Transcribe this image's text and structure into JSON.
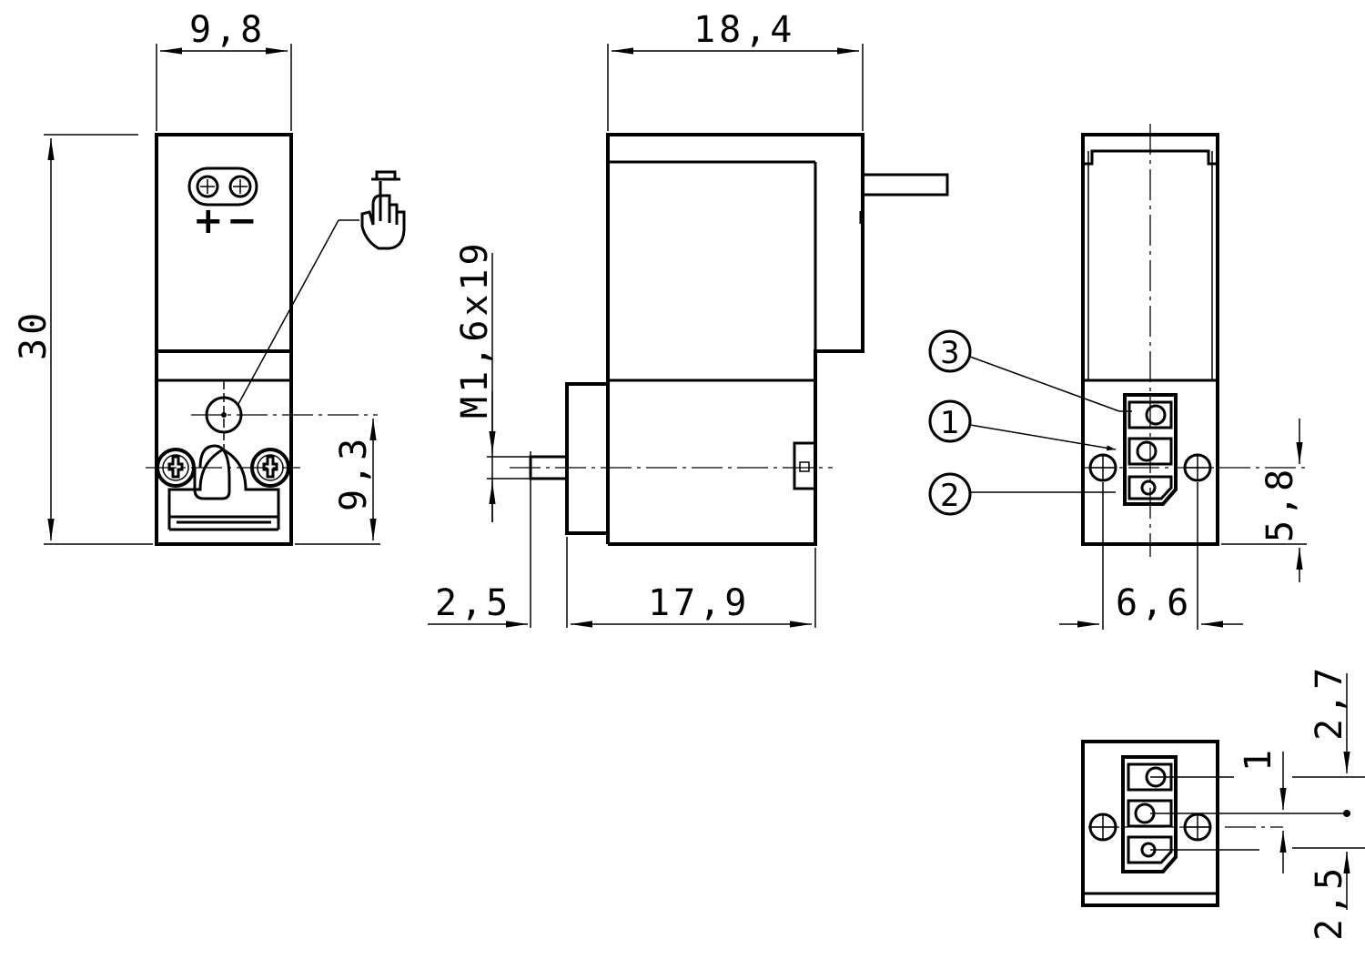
{
  "dimensions": {
    "width_front": "9,8",
    "height_total": "30",
    "hole_height": "9,3",
    "width_side": "18,4",
    "thread": "M1,6x19",
    "stem_length": "2,5",
    "body_length": "17,9",
    "hole_pitch": "6,6",
    "hole_offset": "5,8",
    "top_gap": "2,7",
    "port_pitch": "1",
    "bottom_gap": "2,5"
  },
  "ports": [
    {
      "label": "3"
    },
    {
      "label": "1"
    },
    {
      "label": "2"
    }
  ],
  "polarity": {
    "plus": "+",
    "minus": "−"
  },
  "icons": [
    "manual-override-hand-icon",
    "screw-head-icon",
    "port-circle-icon"
  ]
}
